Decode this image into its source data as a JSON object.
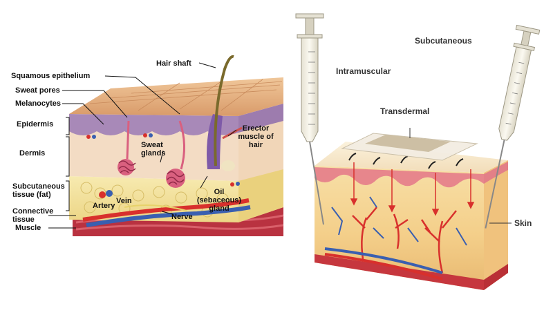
{
  "left_diagram": {
    "labels": {
      "hair_shaft": "Hair shaft",
      "squamous_epithelium": "Squamous epithelium",
      "sweat_pores": "Sweat pores",
      "melanocytes": "Melanocytes",
      "epidermis": "Epidermis",
      "dermis": "Dermis",
      "subcutaneous_tissue": "Subcutaneous tissue (fat)",
      "connective_tissue": "Connective tissue",
      "muscle": "Muscle",
      "sweat_glands": "Sweat glands",
      "erector_muscle": "Erector muscle of hair",
      "oil_gland": "Oil (sebaceous) gland",
      "artery": "Artery",
      "vein": "Vein",
      "nerve": "Nerve"
    }
  },
  "right_diagram": {
    "labels": {
      "intramuscular": "Intramuscular",
      "subcutaneous": "Subcutaneous",
      "transdermal": "Transdermal",
      "skin": "Skin"
    }
  },
  "colors": {
    "epidermis_top": "#e9b98a",
    "epidermis_purple": "#a889b8",
    "dermis": "#f3dcc4",
    "fat": "#f4e6a6",
    "muscle": "#c23a46",
    "artery": "#d8302c",
    "vein": "#3a5fb0",
    "syringe_barrel": "#f2efe4",
    "patch": "#d9cdb6"
  }
}
